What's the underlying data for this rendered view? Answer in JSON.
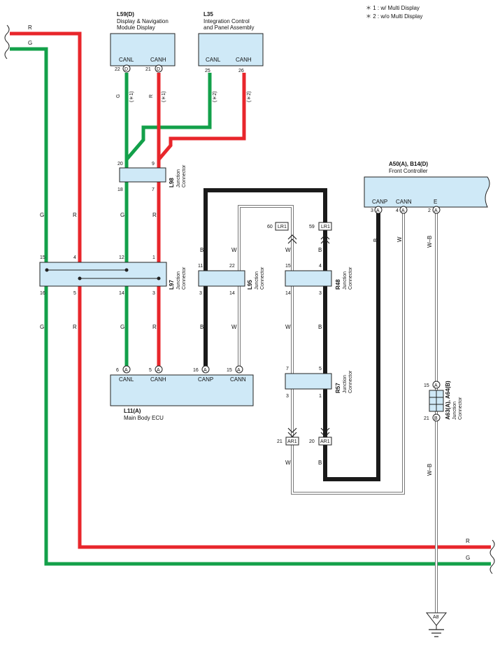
{
  "notes": {
    "n1": "＊ 1 : w/ Multi Display",
    "n2": "＊ 2 : w/o Multi Display"
  },
  "colors": {
    "red": "#e8262b",
    "green": "#13a04a",
    "black": "#1a1a1a",
    "white_wire": "#ffffff",
    "box_fill": "#cfe9f7"
  },
  "trunk": {
    "r_top": "R",
    "g_top": "G",
    "r_bottom": "R",
    "g_bottom": "G",
    "g_upper": "G",
    "r_upper": "R",
    "g_lower": "G",
    "r_lower": "R"
  },
  "l59": {
    "id": "L59(D)",
    "name_line1": "Display & Navigation",
    "name_line2": "Module Display",
    "canl": "CANL",
    "canh": "CANH",
    "pin_canl": "22",
    "pin_canh": "21",
    "conn": "D",
    "wire_g": "G",
    "wire_r": "R",
    "note_g": "(＊1)",
    "note_r": "(＊1)"
  },
  "l35": {
    "id": "L35",
    "name_line1": "Integration Control",
    "name_line2": "and Panel Assembly",
    "canl": "CANL",
    "canh": "CANH",
    "pin_canl": "25",
    "pin_canh": "26",
    "note_g": "(＊2)",
    "note_r": "(＊2)"
  },
  "l98": {
    "id": "L98",
    "label1": "Junction",
    "label2": "Connector",
    "p20": "20",
    "p9": "9",
    "p18": "18",
    "p7": "7",
    "wire_g": "G",
    "wire_r": "R"
  },
  "l97": {
    "id": "L97",
    "label1": "Junction",
    "label2": "Connector",
    "p15": "15",
    "p4": "4",
    "p12": "12",
    "p1": "1",
    "p16": "16",
    "p5": "5",
    "p14": "14",
    "p3": "3",
    "wire_g": "G",
    "wire_r": "R"
  },
  "l95": {
    "id": "L95",
    "label1": "Junction",
    "label2": "Connector",
    "p11": "11",
    "p22": "22",
    "p3": "3",
    "p14": "14",
    "wire_b_upper": "B",
    "wire_w_upper": "W",
    "wire_b_lower": "B",
    "wire_w_lower": "W"
  },
  "l11": {
    "id": "L11(A)",
    "name": "Main Body ECU",
    "canl": "CANL",
    "canh": "CANH",
    "canp": "CANP",
    "cann": "CANN",
    "pin_canl": "6",
    "pin_canh": "5",
    "pin_canp": "16",
    "pin_cann": "15",
    "conn": "A"
  },
  "r48": {
    "id": "R48",
    "label1": "Junction",
    "label2": "Connector",
    "p15": "15",
    "p4": "4",
    "p14": "14",
    "p3": "3",
    "wire_w_upper": "W",
    "wire_b_upper": "B",
    "wire_w_lower": "W",
    "wire_b_lower": "B"
  },
  "r57": {
    "id": "R57",
    "label1": "Junction",
    "label2": "Connector",
    "p7": "7",
    "p5": "5",
    "p3": "3",
    "p1": "1",
    "wire_w": "W",
    "wire_b": "B"
  },
  "lr1": {
    "name": "LR1",
    "pin_w": "60",
    "pin_b": "59"
  },
  "ar1": {
    "name": "AR1",
    "pin_w": "21",
    "pin_b": "20"
  },
  "a50": {
    "id": "A50(A), B14(D)",
    "name": "Front Controller",
    "canp": "CANP",
    "cann": "CANN",
    "e": "E",
    "pin_canp": "3",
    "pin_cann": "4",
    "pin_e": "2",
    "conn": "A",
    "wire_b": "B",
    "wire_w": "W",
    "wire_wb_upper": "W–B",
    "wire_wb_lower": "W–B"
  },
  "a63": {
    "id": "A63(A), A64(B)",
    "label1": "Junction",
    "label2": "Connector",
    "p15": "15",
    "p21": "21",
    "conn_a": "A",
    "conn_b": "B"
  },
  "ground": {
    "id": "A8"
  }
}
